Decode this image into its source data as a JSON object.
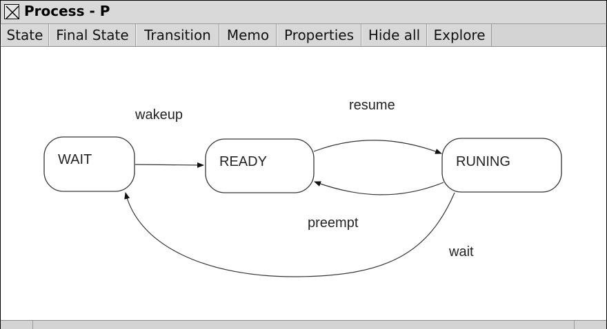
{
  "window": {
    "title": "Process - P"
  },
  "toolbar": {
    "items": [
      "State",
      "Final State",
      "Transition",
      "Memo",
      "Properties",
      "Hide all",
      "Explore"
    ]
  },
  "diagram": {
    "states": [
      "WAIT",
      "READY",
      "RUNING"
    ],
    "transitions": [
      {
        "label": "wakeup",
        "from": "WAIT",
        "to": "READY"
      },
      {
        "label": "resume",
        "from": "READY",
        "to": "RUNING"
      },
      {
        "label": "preempt",
        "from": "RUNING",
        "to": "READY"
      },
      {
        "label": "wait",
        "from": "RUNING",
        "to": "WAIT"
      }
    ]
  }
}
